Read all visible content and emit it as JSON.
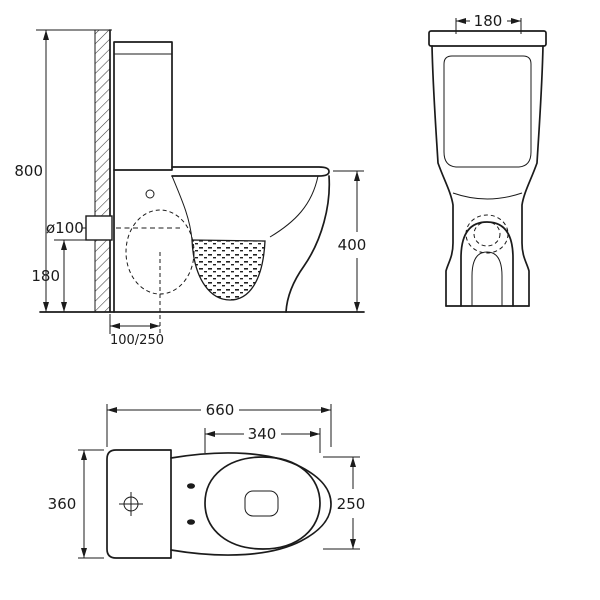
{
  "colors": {
    "ink": "#1b1b1b",
    "background": "#ffffff"
  },
  "views": {
    "side": {
      "dim_overall_height": "800",
      "dim_outlet_diameter": "ø100",
      "dim_outlet_height": "180",
      "dim_rim_height": "400",
      "dim_rough_in": "100/250"
    },
    "front": {
      "dim_top_width": "180"
    },
    "plan": {
      "dim_overall_length": "660",
      "dim_seat_length": "340",
      "dim_overall_width": "360",
      "dim_seat_width": "250"
    }
  }
}
